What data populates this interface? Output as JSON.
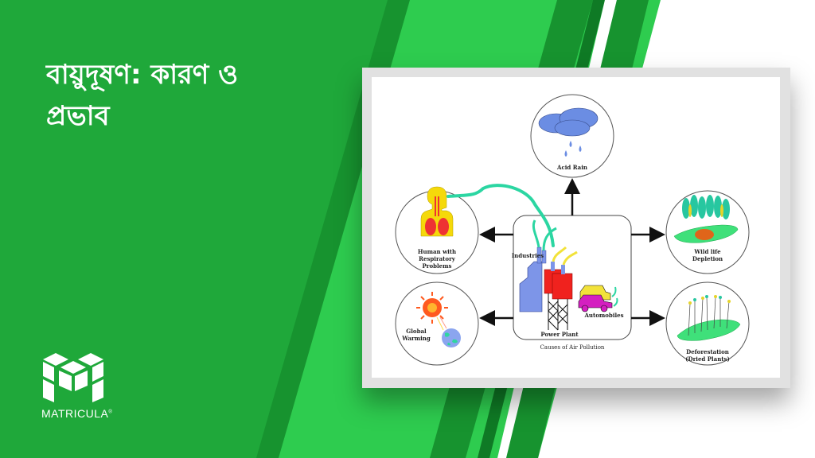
{
  "page": {
    "title_line1": "বায়ুদূষণ: কারণ ও",
    "title_line2": "প্রভাব"
  },
  "brand": {
    "name": "MATRICULA",
    "mark": "®"
  },
  "colors": {
    "panel_dark": "#1fa83a",
    "stripe_darker": "#17932f",
    "stripe_bright": "#2ecc4f",
    "frame": "#e1e1e1"
  },
  "diagram": {
    "center_caption": "Causes of Air Pollution",
    "center_labels": {
      "industries": "Industries",
      "power_plant": "Power Plant",
      "automobiles": "Automobiles"
    },
    "effects": [
      {
        "id": "acid-rain",
        "lines": [
          "Acid Rain"
        ]
      },
      {
        "id": "respiratory",
        "lines": [
          "Human with",
          "Respiratory",
          "Problems"
        ]
      },
      {
        "id": "global-warming",
        "lines": [
          "Global",
          "Warming"
        ]
      },
      {
        "id": "wildlife",
        "lines": [
          "Wild life",
          "Depletion"
        ]
      },
      {
        "id": "deforestation",
        "lines": [
          "Deforestation",
          "(Dried Plants)"
        ]
      }
    ]
  }
}
